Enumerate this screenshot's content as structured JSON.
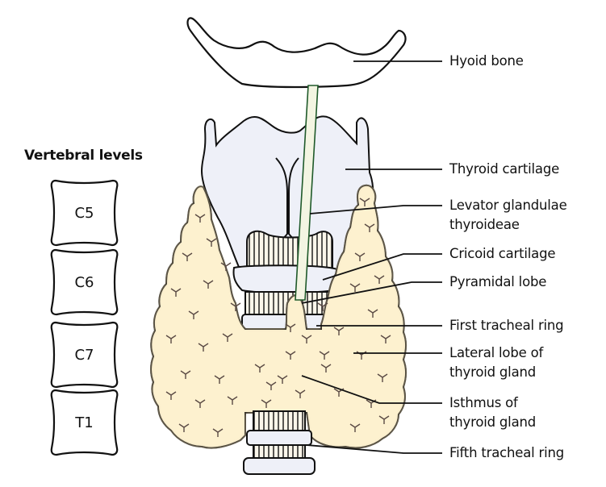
{
  "figure": {
    "subject": "Thyroid gland anterior view",
    "colors": {
      "gland_fill": "#fdf1cf",
      "cartilage_fill": "#eef0f8",
      "muscle_fill": "#f3f5e2",
      "muscle_stroke": "#1f5a2a",
      "outline": "#111111"
    }
  },
  "vertebral": {
    "title": "Vertebral levels",
    "levels": [
      "C5",
      "C6",
      "C7",
      "T1"
    ]
  },
  "labels": [
    {
      "id": "hyoid-bone",
      "lines": [
        "Hyoid bone"
      ]
    },
    {
      "id": "thyroid-cartilage",
      "lines": [
        "Thyroid cartilage"
      ]
    },
    {
      "id": "levator-glandulae-thyroideae",
      "lines": [
        "Levator glandulae",
        "thyroideae"
      ]
    },
    {
      "id": "cricoid-cartilage",
      "lines": [
        "Cricoid cartilage"
      ]
    },
    {
      "id": "pyramidal-lobe",
      "lines": [
        "Pyramidal lobe"
      ]
    },
    {
      "id": "first-tracheal-ring",
      "lines": [
        "First tracheal ring"
      ]
    },
    {
      "id": "lateral-lobe",
      "lines": [
        "Lateral lobe of",
        "thyroid gland"
      ]
    },
    {
      "id": "isthmus",
      "lines": [
        "Isthmus of",
        "thyroid gland"
      ]
    },
    {
      "id": "fifth-tracheal-ring",
      "lines": [
        "Fifth tracheal ring"
      ]
    }
  ]
}
